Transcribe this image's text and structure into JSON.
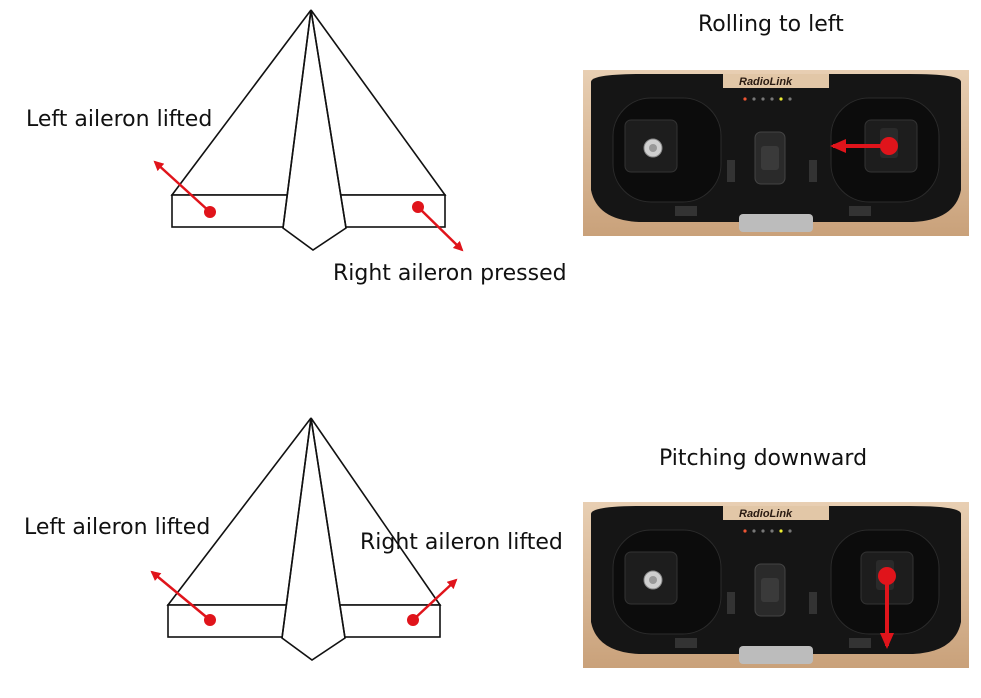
{
  "colors": {
    "arrow": "#e0141b",
    "outline": "#111111",
    "tx_shell": "#d9b692",
    "tx_face": "#141414"
  },
  "panels": [
    {
      "id": "roll",
      "left_label": "Left aileron lifted",
      "right_label": "Right aileron pressed",
      "caption": "Rolling to left",
      "brand": "RadioLink",
      "right_stick_arrow": "left"
    },
    {
      "id": "pitch",
      "left_label": "Left aileron lifted",
      "right_label": "Right aileron lifted",
      "caption": "Pitching downward",
      "brand": "RadioLink",
      "right_stick_arrow": "down"
    }
  ]
}
